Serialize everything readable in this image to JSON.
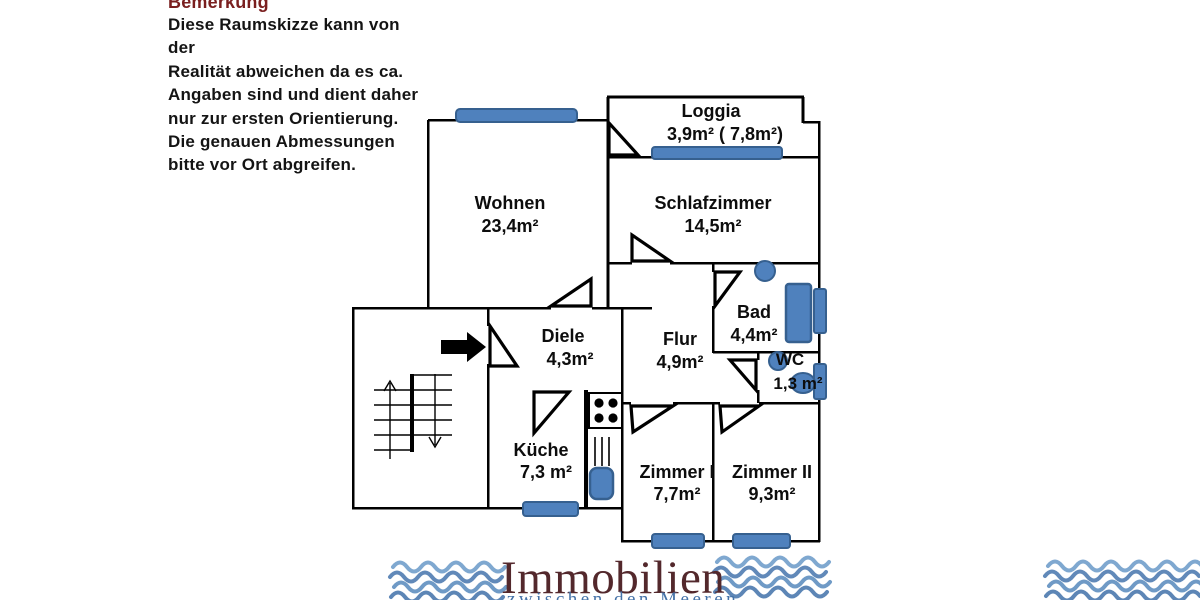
{
  "note": {
    "heading": "Bemerkung",
    "lines": [
      "Diese Raumskizze kann von der",
      "Realität abweichen da es ca.",
      "Angaben sind und dient daher",
      "nur zur ersten Orientierung.",
      "Die genauen Abmessungen",
      "bitte vor Ort abgreifen."
    ]
  },
  "rooms": {
    "wohnen": {
      "name": "Wohnen",
      "area": "23,4m²"
    },
    "loggia": {
      "name": "Loggia",
      "area": "3,9m²  ( 7,8m²)"
    },
    "schlafzimmer": {
      "name": "Schlafzimmer",
      "area": "14,5m²"
    },
    "bad": {
      "name": "Bad",
      "area": "4,4m²"
    },
    "wc": {
      "name": "WC",
      "area": "1,3 m²"
    },
    "flur": {
      "name": "Flur",
      "area": "4,9m²"
    },
    "diele": {
      "name": "Diele",
      "area": "4,3m²"
    },
    "kueche": {
      "name": "Küche",
      "area": "7,3 m²"
    },
    "zimmer1": {
      "name": "Zimmer I",
      "area": "7,7m²"
    },
    "zimmer2": {
      "name": "Zimmer II",
      "area": "9,3m²"
    }
  },
  "logo": {
    "title": "Immobilien",
    "subtitle": "zwischen den Meeren"
  },
  "colors": {
    "wall": "#000000",
    "window_fill": "#4f81bd",
    "window_border": "#36608f",
    "note_heading": "#7a1f1f",
    "logo_title": "#53282c",
    "logo_subtitle": "#4472a8",
    "wave_blue": "#6b94bf"
  }
}
